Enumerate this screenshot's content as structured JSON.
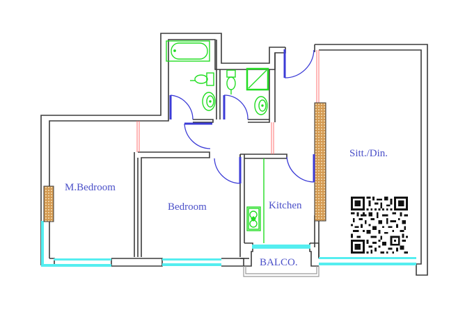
{
  "plan": {
    "colors": {
      "wall": "#3a3a3a",
      "door": "#3b3bd6",
      "fixture": "#22dd22",
      "window": "#55eef0",
      "opening": "#ff7070",
      "wardrobe": "#c0843e",
      "label": "#4a4fc8",
      "balcony_rail": "#999999"
    },
    "rooms": [
      {
        "id": "master-bedroom",
        "label": "M.Bedroom"
      },
      {
        "id": "bedroom",
        "label": "Bedroom"
      },
      {
        "id": "kitchen",
        "label": "Kitchen"
      },
      {
        "id": "balcony",
        "label": "BALCO."
      },
      {
        "id": "sitting-dining",
        "label": "Sitt./Din."
      }
    ],
    "fixtures": [
      "bathtub",
      "toilet",
      "washbasin",
      "shower",
      "toilet",
      "washbasin",
      "kitchen-sink"
    ],
    "qr_code": {
      "present": true
    }
  }
}
